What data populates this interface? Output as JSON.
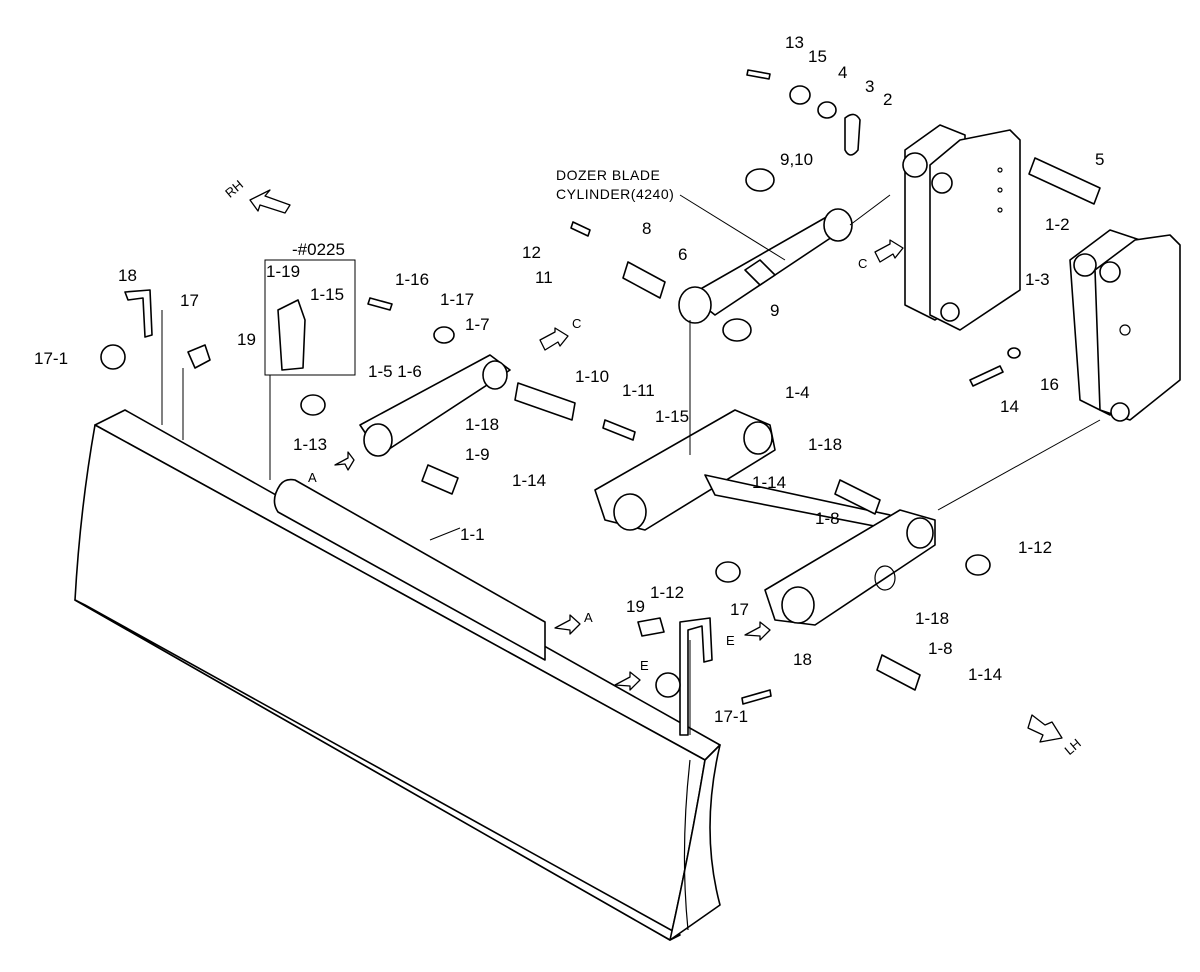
{
  "caption": {
    "line1": "DOZER BLADE",
    "line2": "CYLINDER(4240)"
  },
  "serial_note": "-#0225",
  "callouts": {
    "c13": "13",
    "c15": "15",
    "c4": "4",
    "c3": "3",
    "c2": "2",
    "c9_10": "9,10",
    "c5": "5",
    "c1_2": "1-2",
    "c12": "12",
    "c8": "8",
    "c11": "11",
    "c6": "6",
    "c9": "9",
    "c1_3": "1-3",
    "c16": "16",
    "c14": "14",
    "c1_19": "1-19",
    "c1_15a": "1-15",
    "c1_16": "1-16",
    "c1_17": "1-17",
    "c1_7": "1-7",
    "c18a": "18",
    "c17a": "17",
    "c19a": "19",
    "c17_1a": "17-1",
    "c1_5_1_6": "1-5 1-6",
    "c1_10": "1-10",
    "c1_11": "1-11",
    "c1_15b": "1-15",
    "c1_4": "1-4",
    "c1_13": "1-13",
    "c1_18a": "1-18",
    "c1_9": "1-9",
    "c1_14a": "1-14",
    "c1_18b": "1-18",
    "c1_14b": "1-14",
    "c1_8a": "1-8",
    "c1_1": "1-1",
    "c1_12a": "1-12",
    "c1_12b": "1-12",
    "c19b": "19",
    "c17b": "17",
    "c18b": "18",
    "c17_1b": "17-1",
    "c1_18c": "1-18",
    "c1_8b": "1-8",
    "c1_14c": "1-14"
  },
  "direction_marks": {
    "rh": "RH",
    "lh": "LH",
    "c_top": "C",
    "c_right": "C",
    "a_left": "A",
    "a_mid": "A",
    "e_right": "E",
    "e_left": "E"
  }
}
